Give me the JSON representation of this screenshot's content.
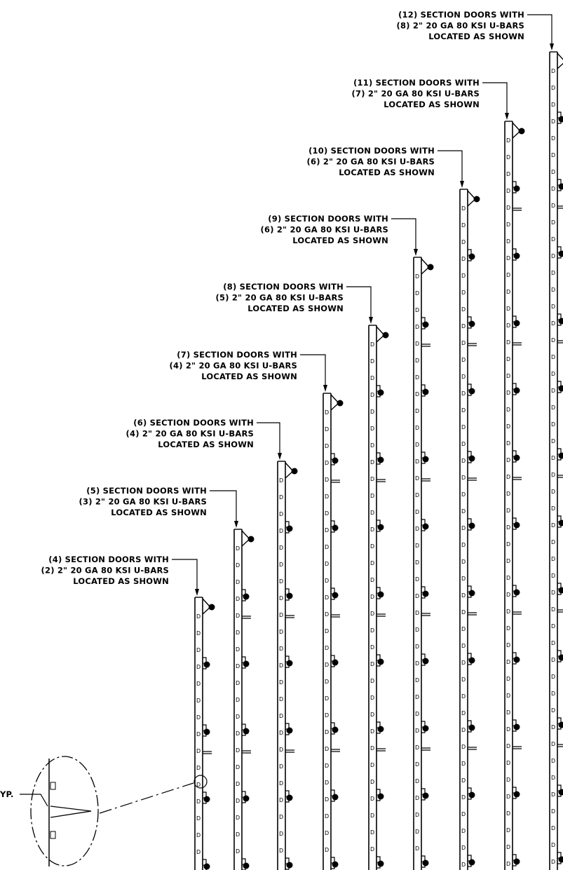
{
  "drawing": {
    "columns": [
      {
        "lines": [
          "(4) SECTION DOORS WITH",
          "(2) 2\" 20 GA 80 KSI U-BARS",
          "LOCATED AS SHOWN"
        ]
      },
      {
        "lines": [
          "(5) SECTION DOORS WITH",
          "(3) 2\" 20 GA 80 KSI U-BARS",
          "LOCATED AS SHOWN"
        ]
      },
      {
        "lines": [
          "(6) SECTION DOORS WITH",
          "(4) 2\" 20 GA 80 KSI U-BARS",
          "LOCATED AS SHOWN"
        ]
      },
      {
        "lines": [
          "(7) SECTION DOORS WITH",
          "(4) 2\" 20 GA 80 KSI U-BARS",
          "LOCATED AS SHOWN"
        ]
      },
      {
        "lines": [
          "(8) SECTION DOORS WITH",
          "(5) 2\" 20 GA 80 KSI U-BARS",
          "LOCATED AS SHOWN"
        ]
      },
      {
        "lines": [
          "(9) SECTION DOORS WITH",
          "(6) 2\" 20 GA 80 KSI U-BARS",
          "LOCATED AS SHOWN"
        ]
      },
      {
        "lines": [
          "(10) SECTION DOORS WITH",
          "(6) 2\" 20 GA 80 KSI U-BARS",
          "LOCATED AS SHOWN"
        ]
      },
      {
        "lines": [
          "(11) SECTION DOORS WITH",
          "(7) 2\" 20 GA 80 KSI U-BARS",
          "LOCATED AS SHOWN"
        ]
      },
      {
        "lines": [
          "(12) SECTION DOORS WITH",
          "(8) 2\" 20 GA 80 KSI U-BARS",
          "LOCATED AS SHOWN"
        ]
      }
    ],
    "detail_label": "YP."
  }
}
